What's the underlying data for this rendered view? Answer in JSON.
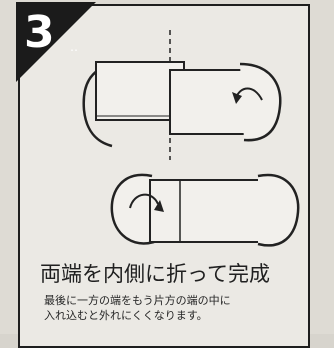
{
  "step": {
    "number": "3"
  },
  "caption": {
    "title": "両端を内側に折って完成",
    "line1": "最後に一方の端をもう片方の端の中に",
    "line2": "入れ込むと外れにくくなります。"
  },
  "colors": {
    "badge": "#1b1b1b",
    "ink": "#202020",
    "paper": "#ebe9e4"
  }
}
